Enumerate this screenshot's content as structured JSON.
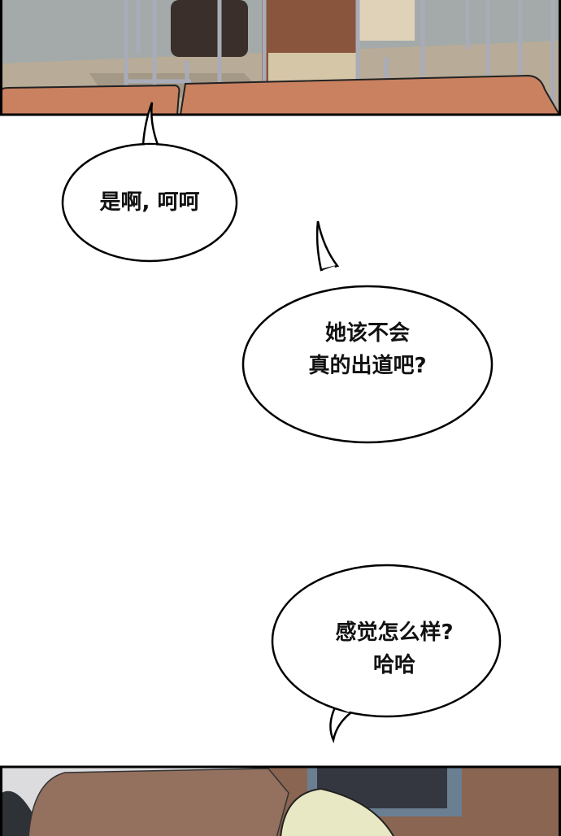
{
  "bubbles": [
    {
      "lines": [
        "是啊, 呵呵"
      ]
    },
    {
      "lines": [
        "她该不会",
        "真的出道吧?"
      ]
    },
    {
      "lines": [
        "感觉怎么样?",
        "哈哈"
      ]
    }
  ],
  "colors": {
    "desk": "#c98160",
    "wall": "#a9afad",
    "floor": "#b9ac98",
    "hair_brown": "#94705f",
    "hair_blonde": "#e9e8c4"
  }
}
